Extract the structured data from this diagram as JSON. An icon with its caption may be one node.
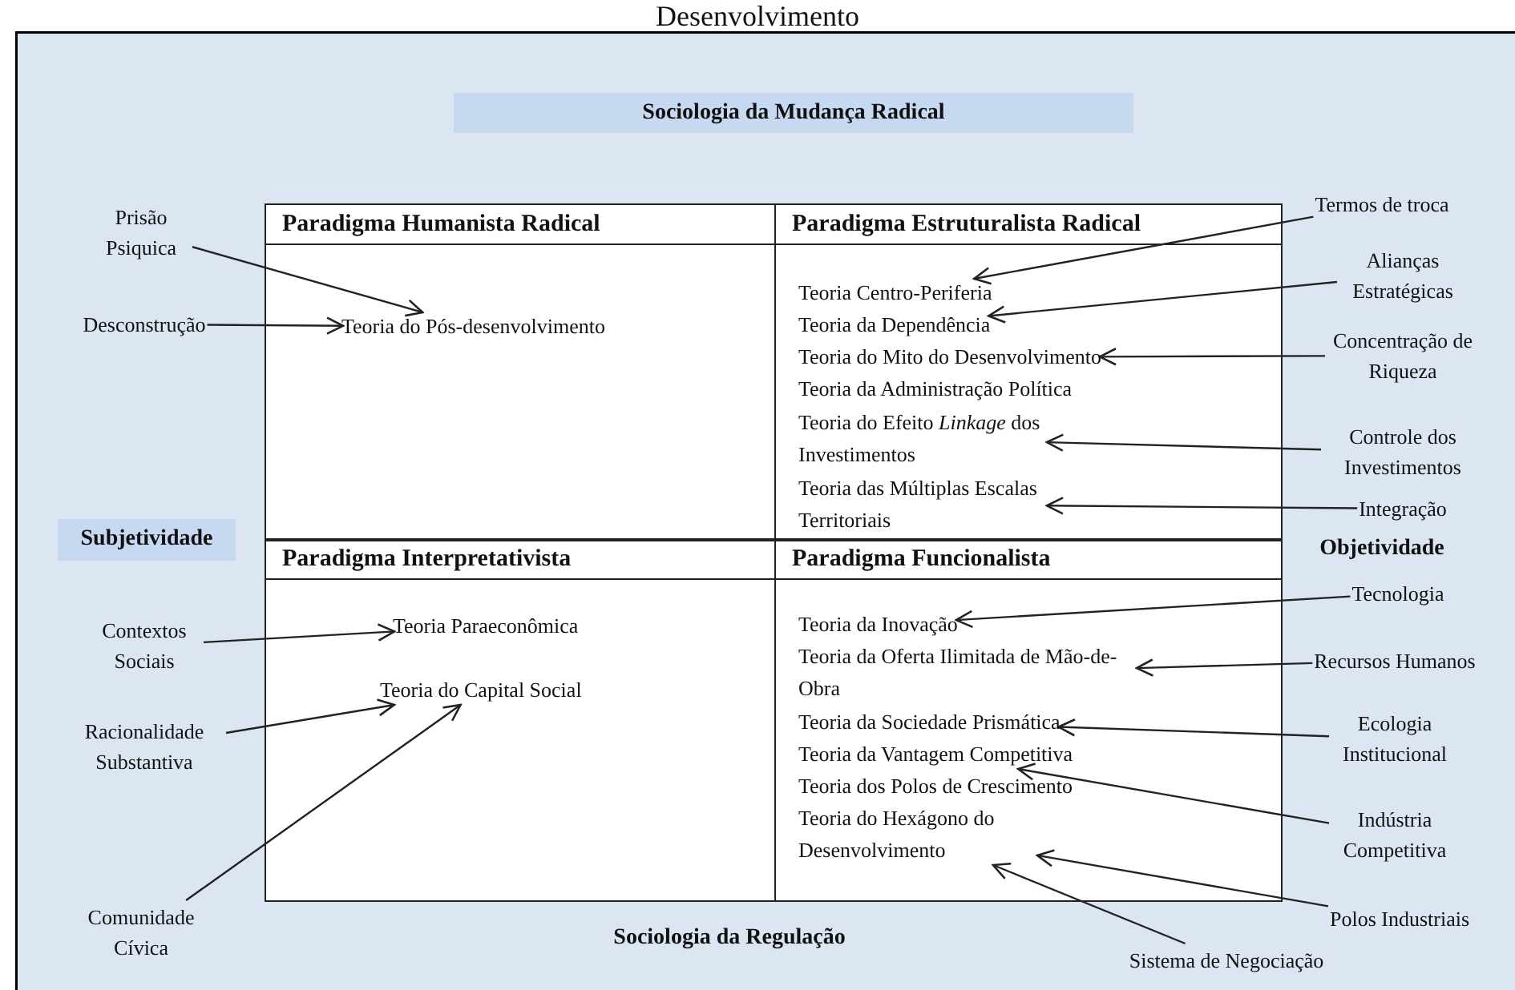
{
  "diagram": {
    "title": "Desenvolvimento",
    "nodes": [
      {
        "text": [
          "Sociologia da Mudança Radical"
        ]
      },
      {
        "text": [
          "Paradigma Humanista Radical"
        ]
      },
      {
        "text": [
          "Teoria do Pós-desenvolvimento"
        ],
        "in": 1
      },
      {
        "text": [
          "Paradigma Estruturalista Radical"
        ]
      },
      {
        "text": [
          "Teoria Centro-Periferia"
        ],
        "in": 3
      },
      {
        "text": [
          "Teoria da Dependência"
        ],
        "in": 3
      },
      {
        "text": [
          "Teoria do Mito do Desenvolvimento"
        ],
        "in": 3
      },
      {
        "text": [
          "Teoria da Administração Política"
        ],
        "in": 3
      },
      {
        "text": [
          "Teoria do Efeito *Linkage* dos Investimentos"
        ],
        "in": 3
      },
      {
        "text": [
          "Teoria das Múltiplas Escalas Territoriais"
        ],
        "in": 3
      },
      {
        "text": [
          "Paradigma Interpretativista"
        ]
      },
      {
        "text": [
          "Teoria Paraeconômica"
        ],
        "in": 10
      },
      {
        "text": [
          "Teoria do Capital Social"
        ],
        "in": 10
      },
      {
        "text": [
          "Paradigma Funcionalista"
        ]
      },
      {
        "text": [
          "Teoria da Inovação"
        ],
        "in": 13
      },
      {
        "text": [
          "Teoria da Oferta Ilimitada de Mão-de-Obra"
        ],
        "in": 13
      },
      {
        "text": [
          "Teoria da Sociedade Prismática"
        ],
        "in": 13
      },
      {
        "text": [
          "Teoria da Vantagem Competitiva"
        ],
        "in": 13
      },
      {
        "text": [
          "Teoria dos Polos de Crescimento"
        ],
        "in": 13
      },
      {
        "text": [
          "Teoria do Hexágono do Desenvolvimento"
        ],
        "in": 13
      },
      {
        "text": [
          "Subjetividade"
        ]
      },
      {
        "text": [
          "Prisão Psiquica"
        ]
      },
      {
        "text": [
          "Desconstrução"
        ]
      },
      {
        "text": [
          "Contextos Sociais"
        ]
      },
      {
        "text": [
          "Racionalidade Substantiva"
        ]
      },
      {
        "text": [
          "Comunidade Cívica"
        ]
      },
      {
        "text": [
          "Termos de troca"
        ]
      },
      {
        "text": [
          "Alianças Estratégicas"
        ]
      },
      {
        "text": [
          "Concentração de Riqueza"
        ]
      },
      {
        "text": [
          "Controle dos Investimentos"
        ]
      },
      {
        "text": [
          "Integração"
        ]
      },
      {
        "text": [
          "Tecnologia"
        ]
      },
      {
        "text": [
          "Recursos Humanos"
        ]
      },
      {
        "text": [
          "Ecologia Institucional"
        ]
      },
      {
        "text": [
          "Indústria Competitiva"
        ]
      },
      {
        "text": [
          "Polos Industriais"
        ]
      },
      {
        "text": [
          "Sistema de Negociação"
        ]
      }
    ],
    "edges": [
      {
        "from": 21,
        "to": 2,
        "arrow": "to"
      },
      {
        "from": 22,
        "to": 2,
        "arrow": "to"
      },
      {
        "from": 23,
        "to": 11,
        "arrow": "to"
      },
      {
        "from": 24,
        "to": 12,
        "arrow": "to"
      },
      {
        "from": 25,
        "to": 12,
        "arrow": "to"
      },
      {
        "from": 26,
        "to": 4,
        "arrow": "to"
      },
      {
        "from": 27,
        "to": 5,
        "arrow": "to"
      },
      {
        "from": 28,
        "to": 6,
        "arrow": "to"
      },
      {
        "from": 29,
        "to": 8,
        "arrow": "to"
      },
      {
        "from": 30,
        "to": 9,
        "arrow": "to"
      },
      {
        "from": 31,
        "to": 14,
        "arrow": "to"
      },
      {
        "from": 32,
        "to": 15,
        "arrow": "to"
      },
      {
        "from": 33,
        "to": 16,
        "arrow": "to"
      },
      {
        "from": 34,
        "to": 17,
        "arrow": "to"
      },
      {
        "from": 35,
        "to": 19,
        "arrow": "to"
      },
      {
        "from": 36,
        "to": 19,
        "arrow": "to"
      }
    ],
    "labels": [
      "Objetividade",
      "Sociologia da Regulação"
    ]
  }
}
